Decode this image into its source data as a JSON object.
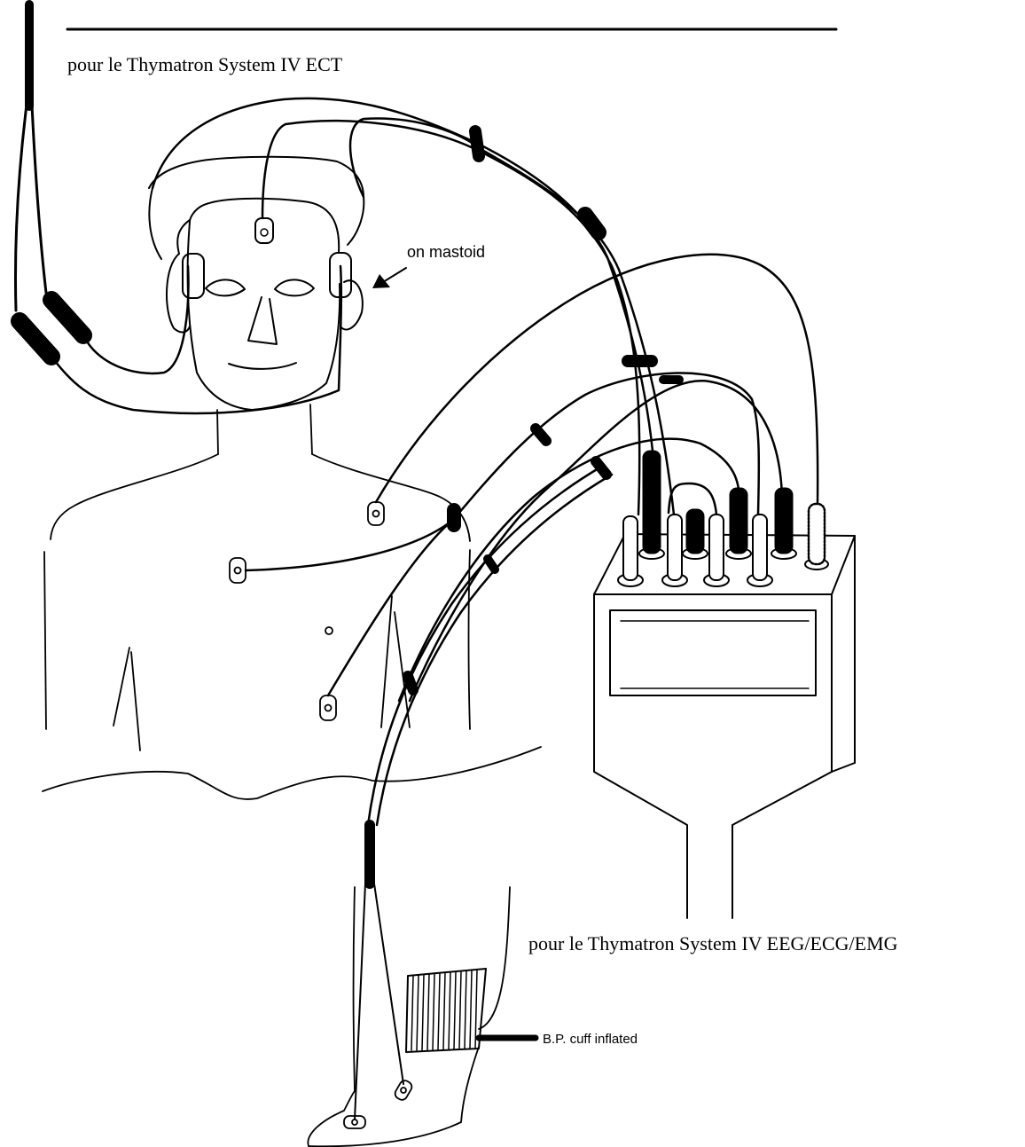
{
  "labels": {
    "ect_title": "pour le Thymatron System IV ECT",
    "eeg_title": "pour le Thymatron System IV EEG/ECG/EMG",
    "mastoid": "on mastoid",
    "cuff": "B.P. cuff inflated"
  },
  "colors": {
    "ink": "#000000",
    "paper": "#ffffff"
  }
}
